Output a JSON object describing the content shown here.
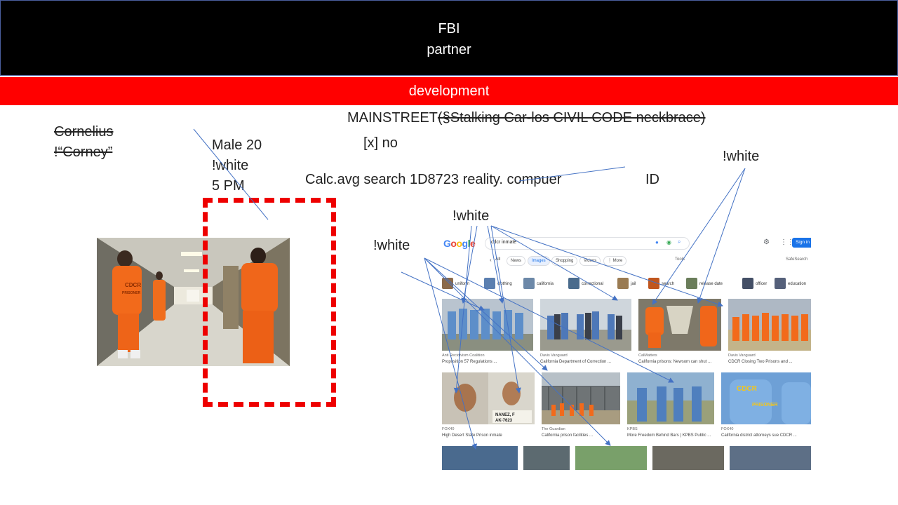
{
  "banner": {
    "line1": "FBI",
    "line2": "partner",
    "red_label": "development"
  },
  "header_line": {
    "prefix": "MAINSTREET",
    "struck": "(§Stalking Car-los CIVIL CODE neckbrace)"
  },
  "checkbox_line": "[x] no",
  "calc_line": "Calc.avg search 1D8723 reality. compuer",
  "id_label": "ID",
  "name": {
    "line1": "Cornelius",
    "line2": "!“Corney”"
  },
  "profile": {
    "line1": "Male 20",
    "line2": "!white",
    "line3": "5 PM"
  },
  "white_labels": {
    "right": "!white",
    "center": "!white",
    "left": "!white"
  },
  "colors": {
    "banner_black": "#000000",
    "banner_red": "#ff0000",
    "dashed": "#ee0000",
    "arrows": "#4472c4"
  },
  "google": {
    "query": "cdcr inmate",
    "signin": "Sign in",
    "tabs": [
      "All",
      "News",
      "Images",
      "Shopping",
      "Videos",
      "More"
    ],
    "tools": "Tools",
    "safesearch": "SafeSearch",
    "related": [
      "uniform",
      "clothing",
      "california",
      "correctional",
      "jail",
      "search",
      "release date",
      "officer",
      "education"
    ],
    "row1": [
      {
        "source": "Anti Recidivism Coalition",
        "caption": "Proposition 57 Regulations ..."
      },
      {
        "source": "Davis Vanguard",
        "caption": "California Department of Correction ..."
      },
      {
        "source": "CalMatters",
        "caption": "California prisons: Newsom can shut ..."
      },
      {
        "source": "Davis Vanguard",
        "caption": "CDCR Closing Two Prisons and ..."
      }
    ],
    "row2": [
      {
        "source": "FOX40",
        "caption": "High Desert State Prison inmate"
      },
      {
        "source": "The Guardian",
        "caption": "California prison facilities ..."
      },
      {
        "source": "KPBS",
        "caption": "More Freedom Behind Bars | KPBS Public ..."
      },
      {
        "source": "FOX40",
        "caption": "California district attorneys sue CDCR ..."
      }
    ],
    "mugshot_text": {
      "name": "NANEZ, F",
      "number": "AK-7623"
    },
    "shirt_text": {
      "top": "CDCR",
      "bottom": "PRISONER"
    }
  },
  "photo_left": {
    "shirt_top": "CDCR",
    "shirt_bottom": "PRISONER"
  }
}
